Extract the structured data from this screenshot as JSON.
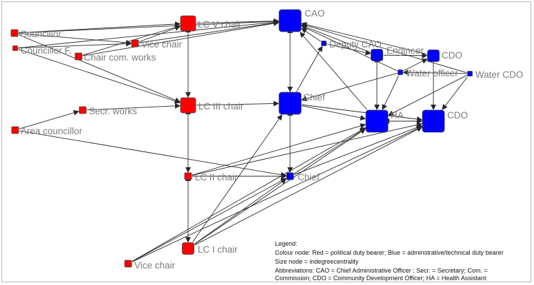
{
  "colors": {
    "political": "#ff0000",
    "technical": "#0000ff",
    "node_border": "#3a3a3a",
    "edge": "#262626",
    "label": "#7b7b7b"
  },
  "nodes": [
    {
      "id": "lc5",
      "label": "LC V chair",
      "group": "political",
      "size": "large"
    },
    {
      "id": "councillor",
      "label": "Councillor",
      "group": "political",
      "size": "small"
    },
    {
      "id": "councillorf",
      "label": "Councillor F.",
      "group": "political",
      "size": "tiny"
    },
    {
      "id": "vicechair_top",
      "label": "Vice chair",
      "group": "political",
      "size": "small"
    },
    {
      "id": "chaircom",
      "label": "Chair com. works",
      "group": "political",
      "size": "small"
    },
    {
      "id": "lc3",
      "label": "LC III chair",
      "group": "political",
      "size": "large"
    },
    {
      "id": "secr",
      "label": "Secr. works",
      "group": "political",
      "size": "small"
    },
    {
      "id": "areacouncillor",
      "label": "Area councillor",
      "group": "political",
      "size": "small"
    },
    {
      "id": "lc2",
      "label": "LC II chair",
      "group": "political",
      "size": "small"
    },
    {
      "id": "lc1",
      "label": "LC I chair",
      "group": "political",
      "size": "medium"
    },
    {
      "id": "vicechair_bottom",
      "label": "Vice chair",
      "group": "political",
      "size": "small"
    },
    {
      "id": "cao",
      "label": "CAO",
      "group": "technical",
      "size": "xlarge"
    },
    {
      "id": "deputycao",
      "label": "Deputy CAO",
      "group": "technical",
      "size": "tiny"
    },
    {
      "id": "engineer",
      "label": "Engineer",
      "group": "technical",
      "size": "medium"
    },
    {
      "id": "cdo_top",
      "label": "CDO",
      "group": "technical",
      "size": "medium"
    },
    {
      "id": "waterofficer",
      "label": "Water officer",
      "group": "technical",
      "size": "tiny"
    },
    {
      "id": "watercdo",
      "label": "Water CDO",
      "group": "technical",
      "size": "tiny"
    },
    {
      "id": "chief_mid",
      "label": "Chief",
      "group": "technical",
      "size": "xlarge"
    },
    {
      "id": "ha",
      "label": "HA",
      "group": "technical",
      "size": "xlarge"
    },
    {
      "id": "cdo_main",
      "label": "CDO",
      "group": "technical",
      "size": "xlarge"
    },
    {
      "id": "chief_low",
      "label": "Chief",
      "group": "technical",
      "size": "small"
    }
  ],
  "edges": [
    [
      "councillor",
      "lc5"
    ],
    [
      "councillor",
      "cao"
    ],
    [
      "councillor",
      "vicechair_top"
    ],
    [
      "councillor",
      "lc3"
    ],
    [
      "councillorf",
      "vicechair_top"
    ],
    [
      "councillorf",
      "cao"
    ],
    [
      "councillorf",
      "lc3"
    ],
    [
      "chaircom",
      "lc5"
    ],
    [
      "chaircom",
      "cao"
    ],
    [
      "vicechair_top",
      "lc5"
    ],
    [
      "vicechair_top",
      "cao"
    ],
    [
      "lc5",
      "cao"
    ],
    [
      "lc5",
      "lc3",
      "both"
    ],
    [
      "secr",
      "lc3"
    ],
    [
      "areacouncillor",
      "secr"
    ],
    [
      "areacouncillor",
      "chief_low"
    ],
    [
      "lc3",
      "lc2",
      "both"
    ],
    [
      "lc2",
      "lc1",
      "both"
    ],
    [
      "lc3",
      "chief_mid"
    ],
    [
      "lc2",
      "chief_low"
    ],
    [
      "lc2",
      "ha"
    ],
    [
      "lc2",
      "cdo_main"
    ],
    [
      "lc1",
      "chief_low"
    ],
    [
      "lc1",
      "ha"
    ],
    [
      "lc1",
      "cdo_main"
    ],
    [
      "lc1",
      "chief_mid"
    ],
    [
      "vicechair_bottom",
      "ha"
    ],
    [
      "vicechair_bottom",
      "cdo_main"
    ],
    [
      "vicechair_bottom",
      "chief_low"
    ],
    [
      "cao",
      "chief_mid",
      "both"
    ],
    [
      "deputycao",
      "cao"
    ],
    [
      "engineer",
      "cao"
    ],
    [
      "cdo_top",
      "cao"
    ],
    [
      "waterofficer",
      "cao"
    ],
    [
      "watercdo",
      "cao"
    ],
    [
      "ha",
      "cao"
    ],
    [
      "chief_mid",
      "deputycao"
    ],
    [
      "chief_mid",
      "ha"
    ],
    [
      "chief_mid",
      "cdo_main"
    ],
    [
      "chief_mid",
      "chief_low",
      "both"
    ],
    [
      "chief_low",
      "ha"
    ],
    [
      "chief_low",
      "cdo_main"
    ],
    [
      "engineer",
      "ha",
      "both"
    ],
    [
      "engineer",
      "cdo_top"
    ],
    [
      "waterofficer",
      "cdo_top"
    ],
    [
      "waterofficer",
      "ha"
    ],
    [
      "waterofficer",
      "chief_mid"
    ],
    [
      "watercdo",
      "ha"
    ],
    [
      "watercdo",
      "cdo_main"
    ],
    [
      "watercdo",
      "waterofficer"
    ],
    [
      "cdo_top",
      "cdo_main"
    ],
    [
      "ha",
      "cdo_main",
      "both"
    ],
    [
      "deputycao",
      "engineer"
    ]
  ],
  "legend": {
    "title": "Legend:",
    "lines": [
      "Colour node: Red = political duty bearer; Blue = adminstrative/technical duty bearer",
      "Size node = indegreecentrality",
      "Abbreviations: CAO = Chief Administrative Officer ; Secr. = Secretary; Com. =",
      "Commission; CDO = Community Development Officer; HA = Health Assistant"
    ]
  }
}
